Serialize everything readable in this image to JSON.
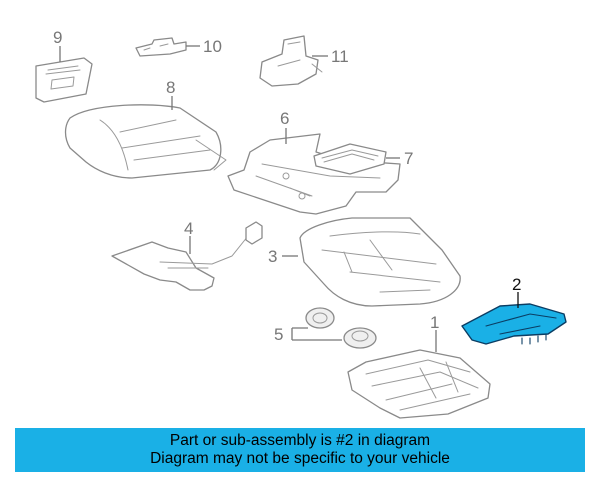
{
  "callouts": {
    "c1": "1",
    "c2": "2",
    "c3": "3",
    "c4": "4",
    "c5": "5",
    "c6": "6",
    "c7": "7",
    "c8": "8",
    "c9": "9",
    "c10": "10",
    "c11": "11"
  },
  "highlighted_part": "2",
  "colors": {
    "highlight": "#1ab0e6",
    "banner": "#1ab0e6",
    "line_art": "#8a8a8a",
    "highlight_outline": "#0b3d63"
  },
  "banner": {
    "line1": "Part or sub-assembly is #2 in diagram",
    "line2": "Diagram may not be specific to your vehicle"
  }
}
